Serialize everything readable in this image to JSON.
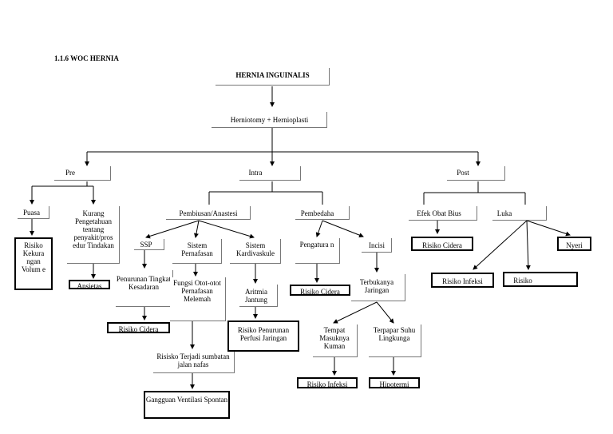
{
  "heading": "1.1.6 WOC HERNIA",
  "root": "HERNIA INGUINALIS",
  "procedure": "Herniotomy + Hernioplasti",
  "phases": {
    "pre": "Pre",
    "intra": "Intra",
    "post": "Post"
  },
  "pre": {
    "puasa": "Puasa",
    "kurang": "Kurang Pengetahuan tentang penyakit/pros edur Tindakan",
    "risiko_kekurangan": "Risiko Kekura ngan Volum e",
    "ansietas": "Ansietas"
  },
  "intra": {
    "pembiusan": "Pembiusan/Anastesi",
    "pembedahan": "Pembedaha",
    "ssp": "SSP",
    "sistem_pernafasan": "Sistem Pernafasan",
    "sistem_kardiovaskuler": "Sistem Kardivaskule",
    "penurunan_kesadaran": "Penurunan Tingkat Kesadaran",
    "risiko_cidera_ssp": "Risiko Cidera",
    "fungsi_otot": "Fungsi Otot-otot Pernafasan Melemah",
    "risiko_sumbatan": "Risisko Terjadi sumbatan jalan nafas",
    "gangguan_ventilasi": "Gangguan Ventilasi Spontan",
    "aritmia": "Aritmia Jantung",
    "risiko_perfusi": "Risiko Penurunan Perfusi Jaringan",
    "pengaturan": "Pengatura n",
    "risiko_cidera_pengaturan": "Risiko Cidera",
    "incisi": "Incisi",
    "terbukanya": "Terbukanya Jaringan",
    "tempat_masuk": "Tempat Masuknya Kuman",
    "terpapar": "Terpapar Suhu Lingkunga",
    "risiko_infeksi_intra": "Risiko Infeksi",
    "hipotermi": "Hipotermi"
  },
  "post": {
    "efek_obat": "Efek Obat Bius",
    "luka": "Luka",
    "risiko_cidera_post": "Risiko Cidera",
    "risiko_infeksi_post": "Risiko Infeksi",
    "risiko": "Risiko",
    "nyeri": "Nyeri"
  }
}
